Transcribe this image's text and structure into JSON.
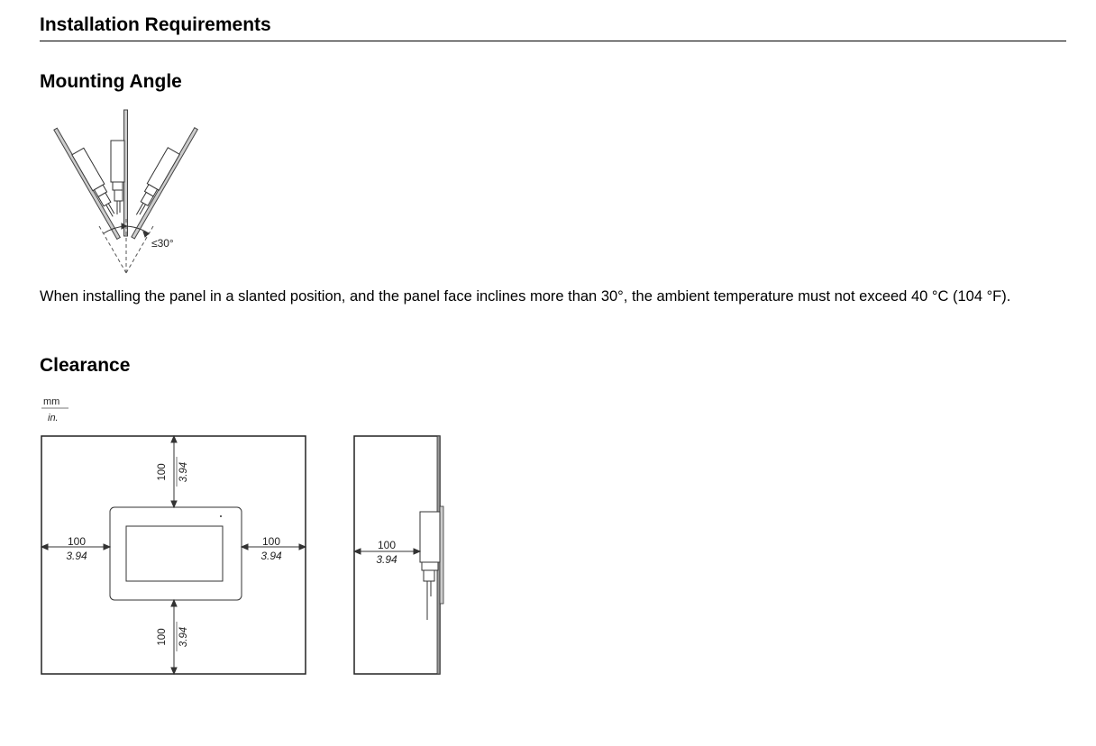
{
  "document": {
    "title": "Installation Requirements"
  },
  "mounting_angle": {
    "heading": "Mounting Angle",
    "angle_label": "≤30°",
    "description": "When installing the panel in a slanted position, and the panel face inclines more than 30°, the ambient temperature must not exceed 40 °C (104 °F)."
  },
  "clearance": {
    "heading": "Clearance",
    "unit_top": "mm",
    "unit_bottom": "in.",
    "top_mm": "100",
    "top_in": "3.94",
    "bottom_mm": "100",
    "bottom_in": "3.94",
    "left_mm": "100",
    "left_in": "3.94",
    "right_mm": "100",
    "right_in": "3.94",
    "side_mm": "100",
    "side_in": "3.94"
  }
}
